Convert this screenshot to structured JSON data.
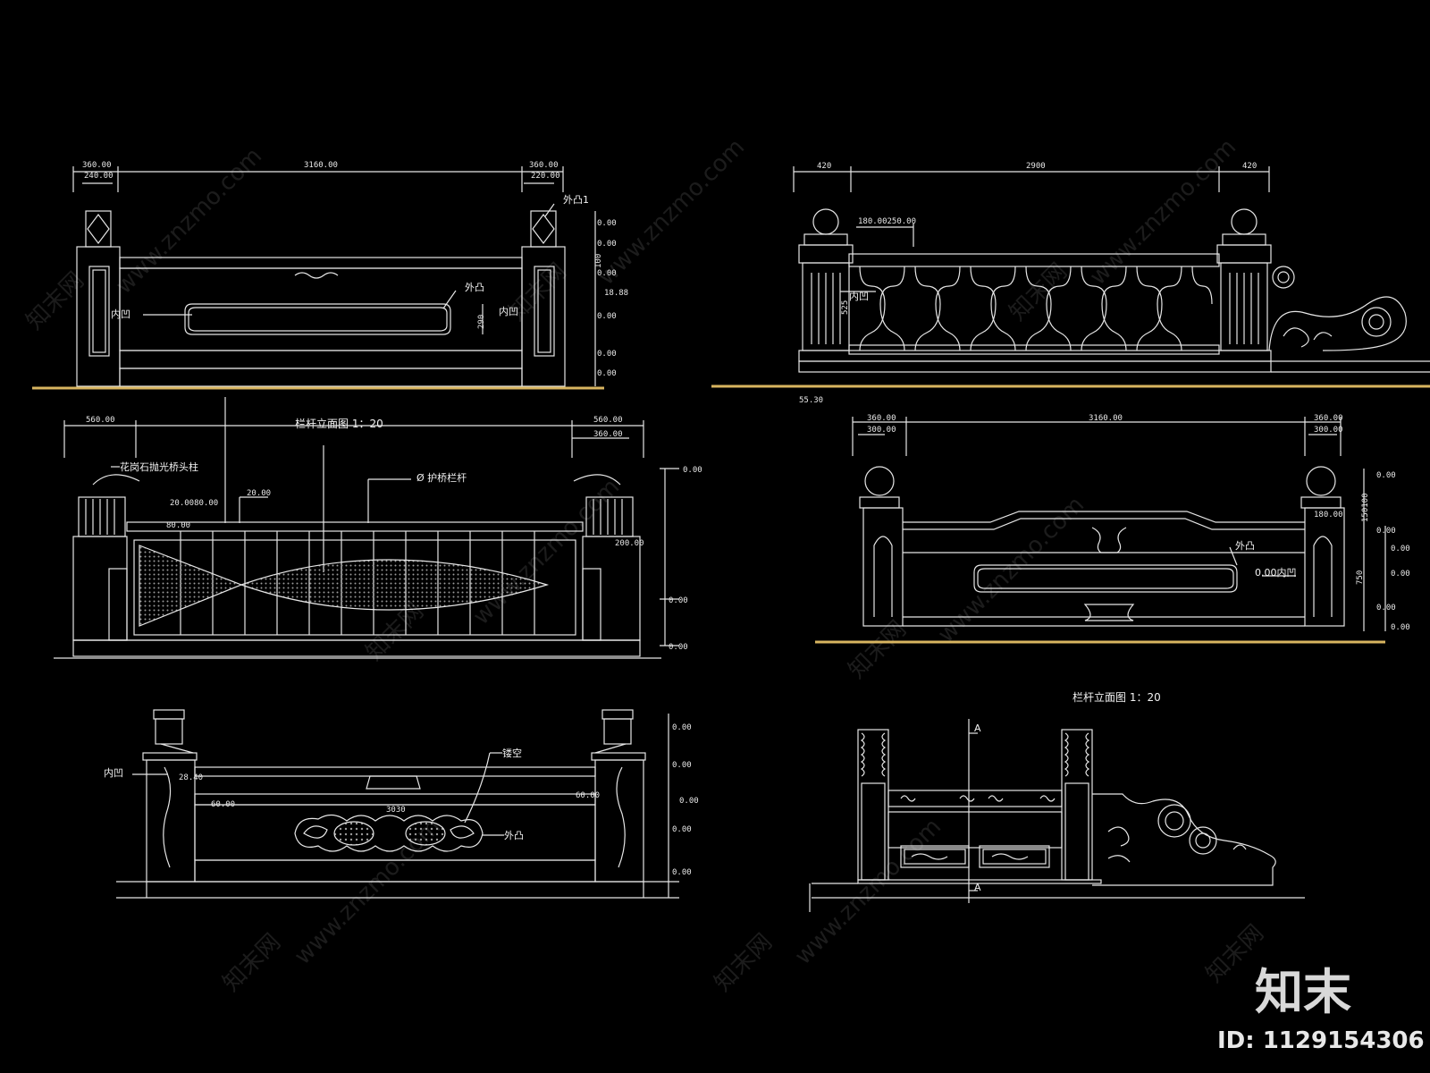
{
  "watermark": {
    "site": "www.znzmo.com",
    "name": "知末网"
  },
  "brand": {
    "logo": "知末",
    "id": "ID: 1129154306"
  },
  "titles": {
    "elevation_a": "栏杆立面图 1：20",
    "elevation_b": "栏杆立面图 1：20"
  },
  "panel1": {
    "dims": [
      "360.00",
      "240.00",
      "3160.00",
      "360.00",
      "220.00"
    ],
    "labels": {
      "outer": "外凸1",
      "outer2": "外凸",
      "inner": "内凹",
      "inner2": "内凹"
    },
    "side_dims": [
      "0.00",
      "0.00",
      "0.00",
      "18.88",
      "0.00",
      "0.00",
      "0.00",
      "290",
      "100"
    ]
  },
  "panel2": {
    "dims": [
      "420",
      "2900",
      "420",
      "180.00250.00"
    ],
    "labels": {
      "inner": "内凹"
    },
    "side_dims": [
      "525"
    ],
    "bottom": "55.30"
  },
  "panel3": {
    "dims": [
      "560.00",
      "560.00",
      "360.00",
      "20.00",
      "20.0080.00",
      "80.00",
      "200.00"
    ],
    "labels": {
      "post": "花岗石抛光桥头柱",
      "rail": "Ø  护桥栏杆"
    },
    "side_dims": [
      "0.00",
      "0.00",
      "0.00"
    ]
  },
  "panel4": {
    "dims": [
      "360.00",
      "300.00",
      "3160.00",
      "360.00",
      "300.00",
      "180.00"
    ],
    "labels": {
      "outer": "外凸",
      "inner": "0.00内凹"
    },
    "side_dims": [
      "0.00",
      "0.00",
      "0.00",
      "0.00",
      "0.00",
      "0.00",
      "750",
      "150100"
    ]
  },
  "panel5": {
    "dims": [
      "28.40",
      "60.00",
      "3030",
      "60.00"
    ],
    "labels": {
      "inner": "内凹",
      "hollow": "镂空",
      "outer": "外凸"
    },
    "side_dims": [
      "0.00",
      "0.00",
      "0.00",
      "0.00",
      "0.00"
    ]
  },
  "panel6": {
    "labels": {
      "section_top": "A",
      "section_bottom": "A"
    }
  }
}
